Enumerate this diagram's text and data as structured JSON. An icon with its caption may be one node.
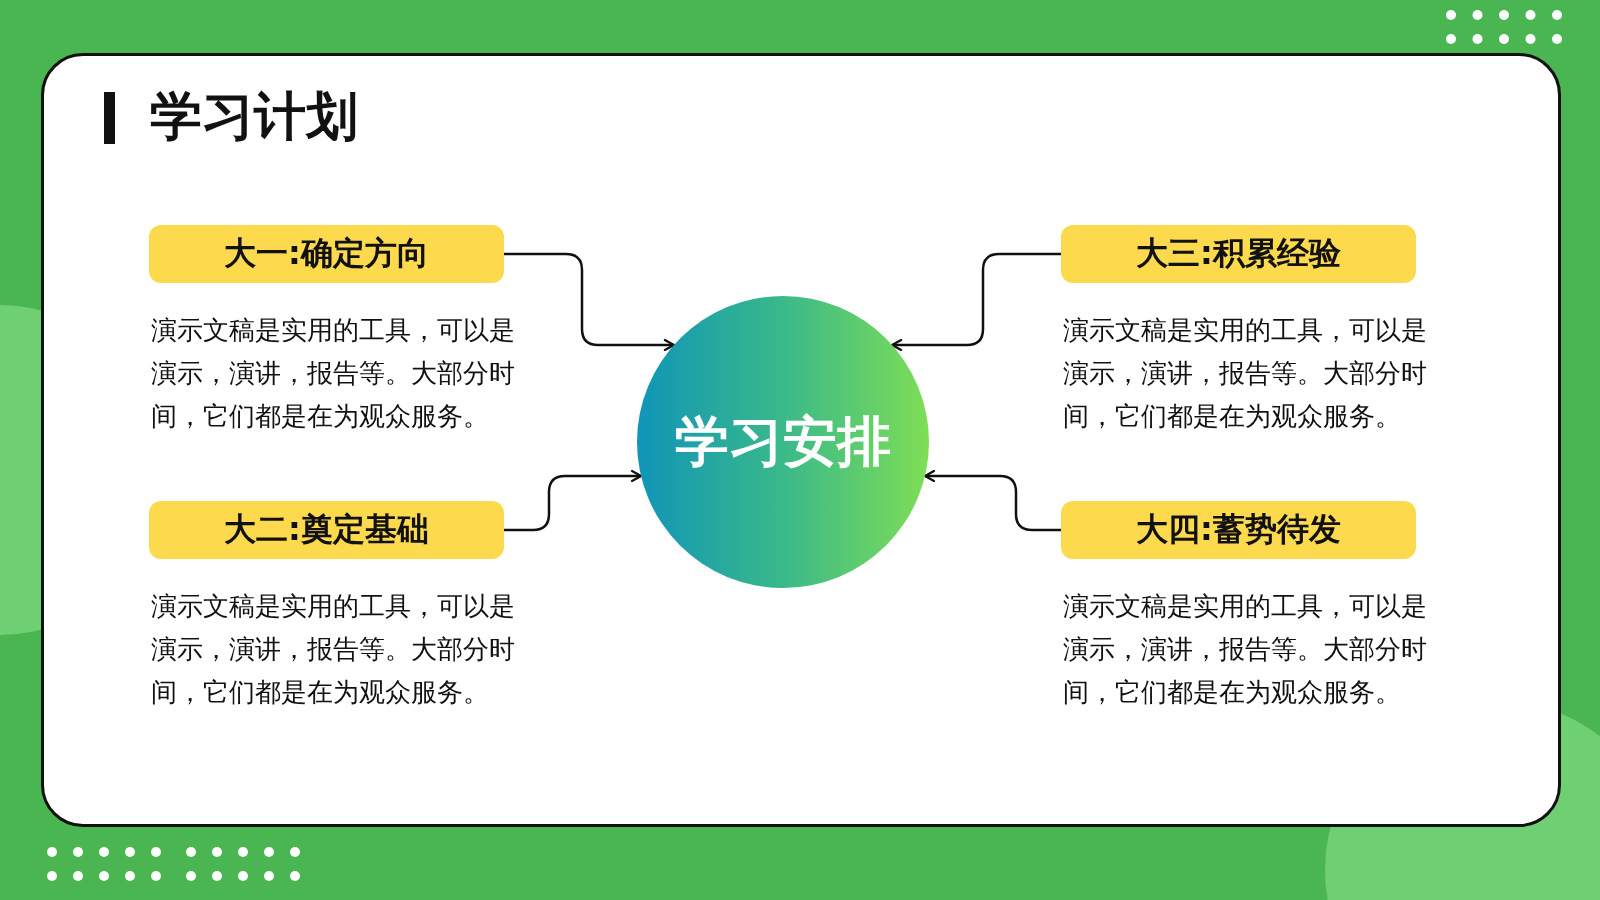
{
  "diagram": {
    "title": "学习计划",
    "nodes": [
      {
        "text": [
          "大一:确定方向"
        ],
        "beside": [
          "演示文稿是实用的工具，可以是演示，演讲，报告等。大部分时间，它们都是在为观众服务。"
        ]
      },
      {
        "text": [
          "大三:积累经验"
        ],
        "beside": [
          "演示文稿是实用的工具，可以是演示，演讲，报告等。大部分时间，它们都是在为观众服务。"
        ]
      },
      {
        "text": [
          "学习安排"
        ]
      },
      {
        "text": [
          "大二:奠定基础"
        ],
        "beside": [
          "演示文稿是实用的工具，可以是演示，演讲，报告等。大部分时间，它们都是在为观众服务。"
        ]
      },
      {
        "text": [
          "大四:蓄势待发"
        ],
        "beside": [
          "演示文稿是实用的工具，可以是演示，演讲，报告等。大部分时间，它们都是在为观众服务。"
        ]
      }
    ],
    "edges": [
      {
        "from": 0,
        "to": 2,
        "arrow": "to"
      },
      {
        "from": 1,
        "to": 2,
        "arrow": "to"
      },
      {
        "from": 3,
        "to": 2,
        "arrow": "to"
      },
      {
        "from": 4,
        "to": 2,
        "arrow": "to"
      }
    ]
  }
}
